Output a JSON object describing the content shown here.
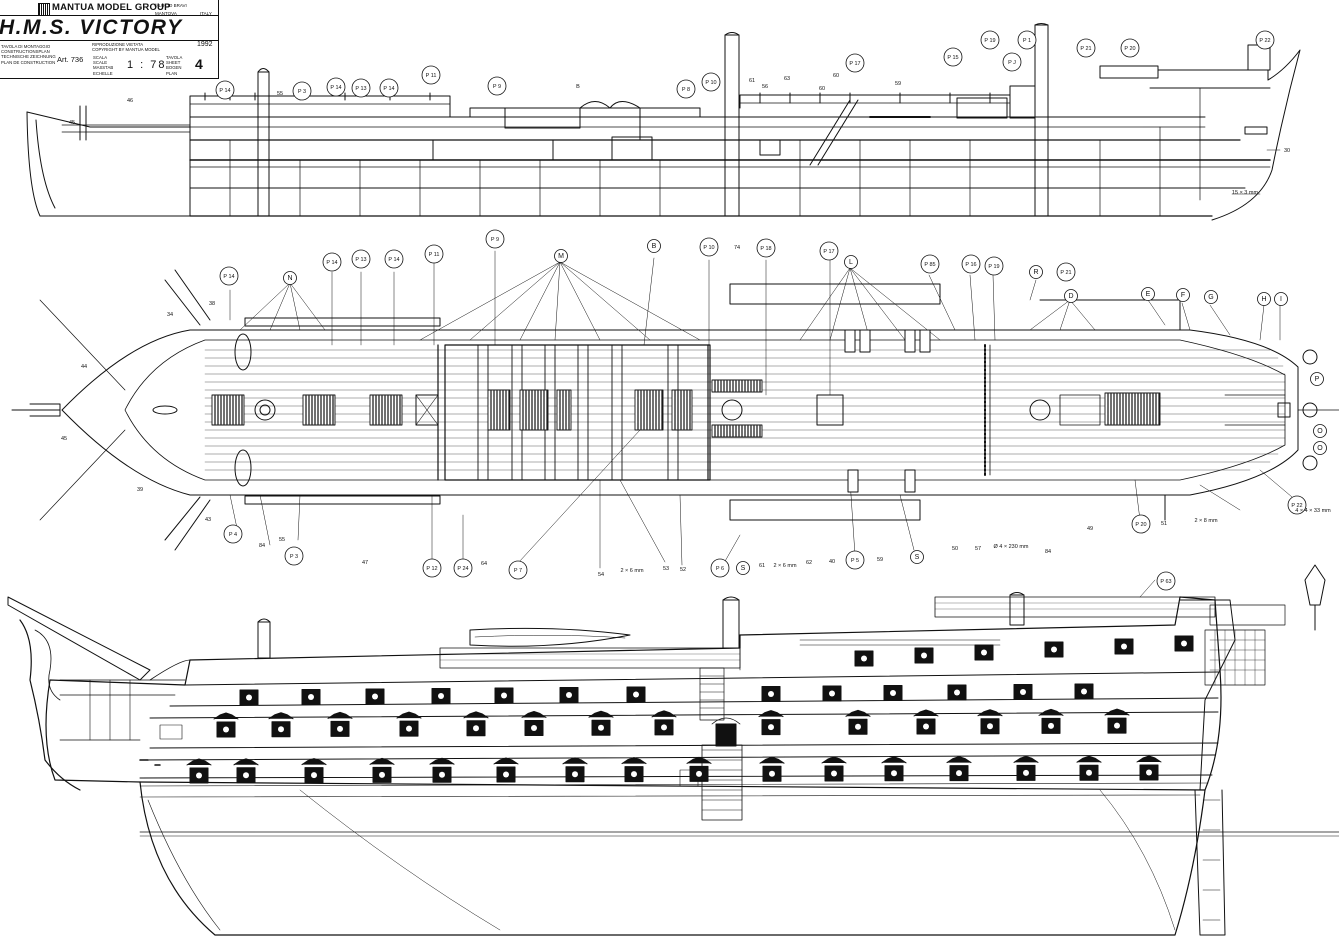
{
  "title_block": {
    "brand": "MANTUA MODEL GROUP",
    "rights_lines": [
      "© LUCIO BRAVI",
      "MANTOVA"
    ],
    "country": "ITALY",
    "ship_name": "H.M.S.  VICTORY",
    "year": "1992",
    "left_captions": [
      "TAVOLA DI MONTAGGIO",
      "CONSTRUCTIONSPLAN",
      "TECHNISCHE ZEICHNUNG",
      "PLAN DE CONSTRUCTION"
    ],
    "right_captions": [
      "RIPRODUZIONE VIETATA",
      "COPYRIGHT BY MANTUA MODEL"
    ],
    "article": "Art. 736",
    "scale_captions": [
      "SCALA",
      "SCALE",
      "MASSTAB",
      "ECHELLE"
    ],
    "scale": "1 : 78",
    "sheet_captions": [
      "TAVOLA",
      "SHEET",
      "BOGEN",
      "PLAN"
    ],
    "sheet_number": "4"
  },
  "callouts": [
    {
      "text": "P 14"
    },
    {
      "text": "P 3"
    },
    {
      "text": "P 14"
    },
    {
      "text": "P 13"
    },
    {
      "text": "P 14"
    },
    {
      "text": "P 11"
    },
    {
      "text": "P 9"
    },
    {
      "text": "P 8"
    },
    {
      "text": "P 10"
    },
    {
      "text": "P 17"
    },
    {
      "text": "P 15"
    },
    {
      "text": "P 19"
    },
    {
      "text": "P 1"
    },
    {
      "text": "P J"
    },
    {
      "text": "P 21"
    },
    {
      "text": "P 20"
    },
    {
      "text": "P 22"
    },
    {
      "text": "P 14"
    },
    {
      "text": "N"
    },
    {
      "text": "P 14"
    },
    {
      "text": "P 13"
    },
    {
      "text": "P 14"
    },
    {
      "text": "P 11"
    },
    {
      "text": "P 9"
    },
    {
      "text": "M"
    },
    {
      "text": "B"
    },
    {
      "text": "P 10"
    },
    {
      "text": "P 18"
    },
    {
      "text": "P 17"
    },
    {
      "text": "L"
    },
    {
      "text": "P 85"
    },
    {
      "text": "P 16"
    },
    {
      "text": "P 19"
    },
    {
      "text": "R"
    },
    {
      "text": "P 21"
    },
    {
      "text": "D"
    },
    {
      "text": "E"
    },
    {
      "text": "F"
    },
    {
      "text": "G"
    },
    {
      "text": "H"
    },
    {
      "text": "I"
    },
    {
      "text": "P"
    },
    {
      "text": "O"
    },
    {
      "text": "O"
    },
    {
      "text": "P 22"
    },
    {
      "text": "P 20"
    },
    {
      "text": "P 4"
    },
    {
      "text": "P 3"
    },
    {
      "text": "P 12"
    },
    {
      "text": "P 24"
    },
    {
      "text": "P 7"
    },
    {
      "text": "P 6"
    },
    {
      "text": "S"
    },
    {
      "text": "P 5"
    },
    {
      "text": "S"
    },
    {
      "text": "P 63"
    }
  ],
  "part_numbers": [
    {
      "text": "46"
    },
    {
      "text": "45"
    },
    {
      "text": "55"
    },
    {
      "text": "B"
    },
    {
      "text": "61"
    },
    {
      "text": "56"
    },
    {
      "text": "63"
    },
    {
      "text": "60"
    },
    {
      "text": "60"
    },
    {
      "text": "59"
    },
    {
      "text": "30"
    },
    {
      "text": "15 × 3 mm"
    },
    {
      "text": "74"
    },
    {
      "text": "38"
    },
    {
      "text": "34"
    },
    {
      "text": "44"
    },
    {
      "text": "45"
    },
    {
      "text": "39"
    },
    {
      "text": "43"
    },
    {
      "text": "84"
    },
    {
      "text": "55"
    },
    {
      "text": "47"
    },
    {
      "text": "64"
    },
    {
      "text": "54"
    },
    {
      "text": "2 × 6 mm"
    },
    {
      "text": "53"
    },
    {
      "text": "52"
    },
    {
      "text": "61"
    },
    {
      "text": "2 × 6 mm"
    },
    {
      "text": "62"
    },
    {
      "text": "40"
    },
    {
      "text": "59"
    },
    {
      "text": "50"
    },
    {
      "text": "57"
    },
    {
      "text": "Ø 4 × 230 mm"
    },
    {
      "text": "84"
    },
    {
      "text": "49"
    },
    {
      "text": "51"
    },
    {
      "text": "2 × 8 mm"
    },
    {
      "text": "4 × 4 × 33 mm"
    }
  ],
  "colors": {
    "ink": "#111111",
    "paper": "#ffffff",
    "port_fill": "#111111"
  }
}
